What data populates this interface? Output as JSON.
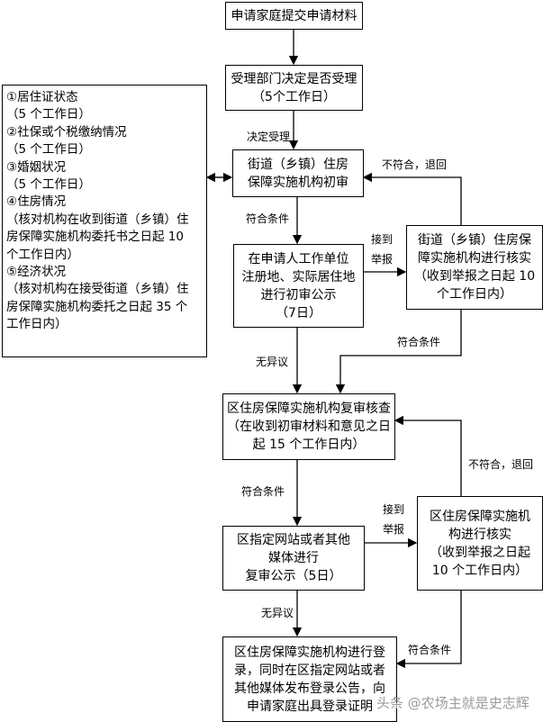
{
  "nodes": {
    "submit": [
      "申请家庭提交申请材料"
    ],
    "accept_decision": [
      "受理部门决定是否受理",
      "（5个工作日）"
    ],
    "street_review": [
      "街道（乡镇）住房",
      "保障实施机构初审"
    ],
    "checks": [
      "①居住证状态",
      "（5 个工作日）",
      "②社保或个税缴纳情况",
      "（5 个工作日）",
      "③婚姻状况",
      "（5 个工作日）",
      "④住房情况",
      "（核对机构在收到街道（乡镇）住",
      "房保障实施机构委托书之日起 10",
      "个工作日内）",
      "⑤经济状况",
      "（核对机构在接受街道（乡镇）住",
      "房保障实施机构委托之日起 35 个",
      "工作日内）"
    ],
    "street_publicity": [
      "在申请人工作单位",
      "注册地、实际居住地",
      "进行初审公示",
      "（7日）"
    ],
    "street_verify": [
      "街道（乡镇）住房保",
      "障实施机构进行核实",
      "（收到举报之日起 10",
      "个工作日内）"
    ],
    "district_review": [
      "区住房保障实施机构复审核查",
      "（在收到初审材料和意见之日",
      "起 15 个工作日内）"
    ],
    "district_publicity": [
      "区指定网站或者其他",
      "媒体进行",
      "复审公示（5日）"
    ],
    "district_verify": [
      "区住房保障实施机",
      "构进行核实",
      "（收到举报之日起",
      "10 个工作日内）"
    ],
    "registration": [
      "区住房保障实施机构进行登",
      "录，同时在区指定网站或者",
      "其他媒体发布登录公告，向",
      "申请家庭出具登录证明"
    ]
  },
  "labels": {
    "accepted": "决定受理",
    "qualified_1": "符合条件",
    "report_1": [
      "接到",
      "举报"
    ],
    "reject_1": "不符合，退回",
    "no_objection_1": "无异议",
    "qualified_2": "符合条件",
    "qualified_3": "符合条件",
    "report_2": [
      "接到",
      "举报"
    ],
    "reject_2": "不符合，退回",
    "no_objection_2": "无异议",
    "qualified_4": "符合条件"
  },
  "watermark": "头条 @农场主就是史志辉"
}
